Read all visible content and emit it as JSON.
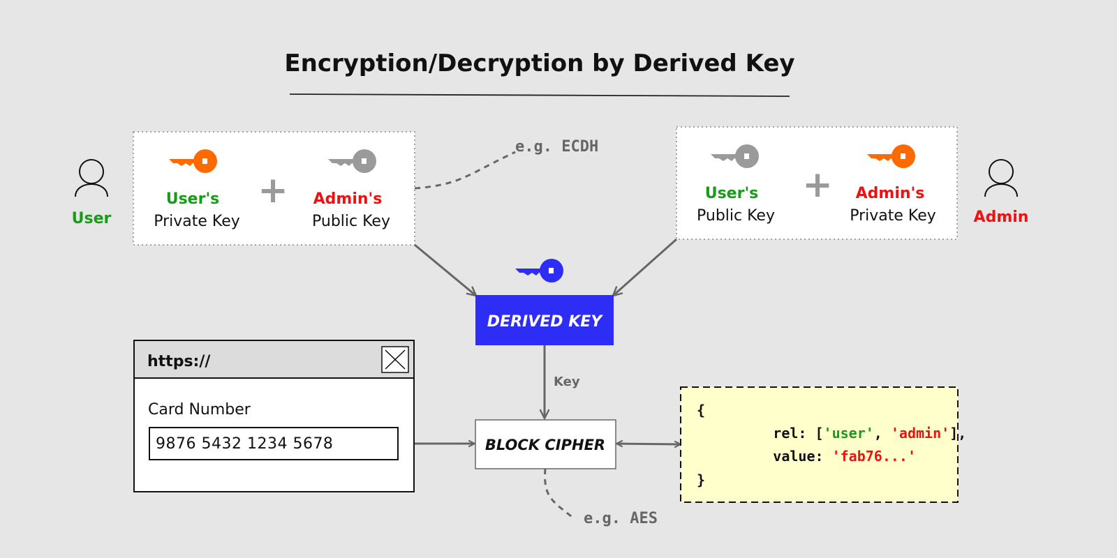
{
  "title": "Encryption/Decryption by Derived Key",
  "colors": {
    "background": "#e6e6e6",
    "green": "#1a9a1a",
    "red": "#ee1111",
    "orange": "#ff6a00",
    "gray_key": "#9a9a9a",
    "blue": "#2d2df5",
    "arrow": "#666666",
    "json_bg": "#ffffcc"
  },
  "actors": {
    "user": {
      "label": "User",
      "icon": "person-icon"
    },
    "admin": {
      "label": "Admin",
      "icon": "person-icon"
    }
  },
  "left_box": {
    "key1": {
      "owner": "User's",
      "type": "Private Key",
      "icon": "key-icon"
    },
    "operator": "+",
    "key2": {
      "owner": "Admin's",
      "type": "Public Key",
      "icon": "key-icon"
    }
  },
  "right_box": {
    "key1": {
      "owner": "User's",
      "type": "Public Key",
      "icon": "key-icon"
    },
    "operator": "+",
    "key2": {
      "owner": "Admin's",
      "type": "Private Key",
      "icon": "key-icon"
    }
  },
  "ecdh_note": "e.g. ECDH",
  "derived_key": {
    "label": "DERIVED KEY",
    "icon": "key-icon"
  },
  "key_edge_label": "Key",
  "block_cipher": {
    "label": "BLOCK CIPHER"
  },
  "aes_note": "e.g. AES",
  "browser": {
    "url": "https://",
    "close_icon": "close-icon",
    "field_label": "Card Number",
    "field_value": "9876 5432 1234 5678"
  },
  "json_box": {
    "open": "{",
    "rel_key": "rel: [",
    "rel_user": "'user'",
    "rel_sep": ", ",
    "rel_admin": "'admin'",
    "rel_end": "],",
    "value_key": "value: ",
    "value_val": "'fab76...'",
    "close": "}"
  }
}
